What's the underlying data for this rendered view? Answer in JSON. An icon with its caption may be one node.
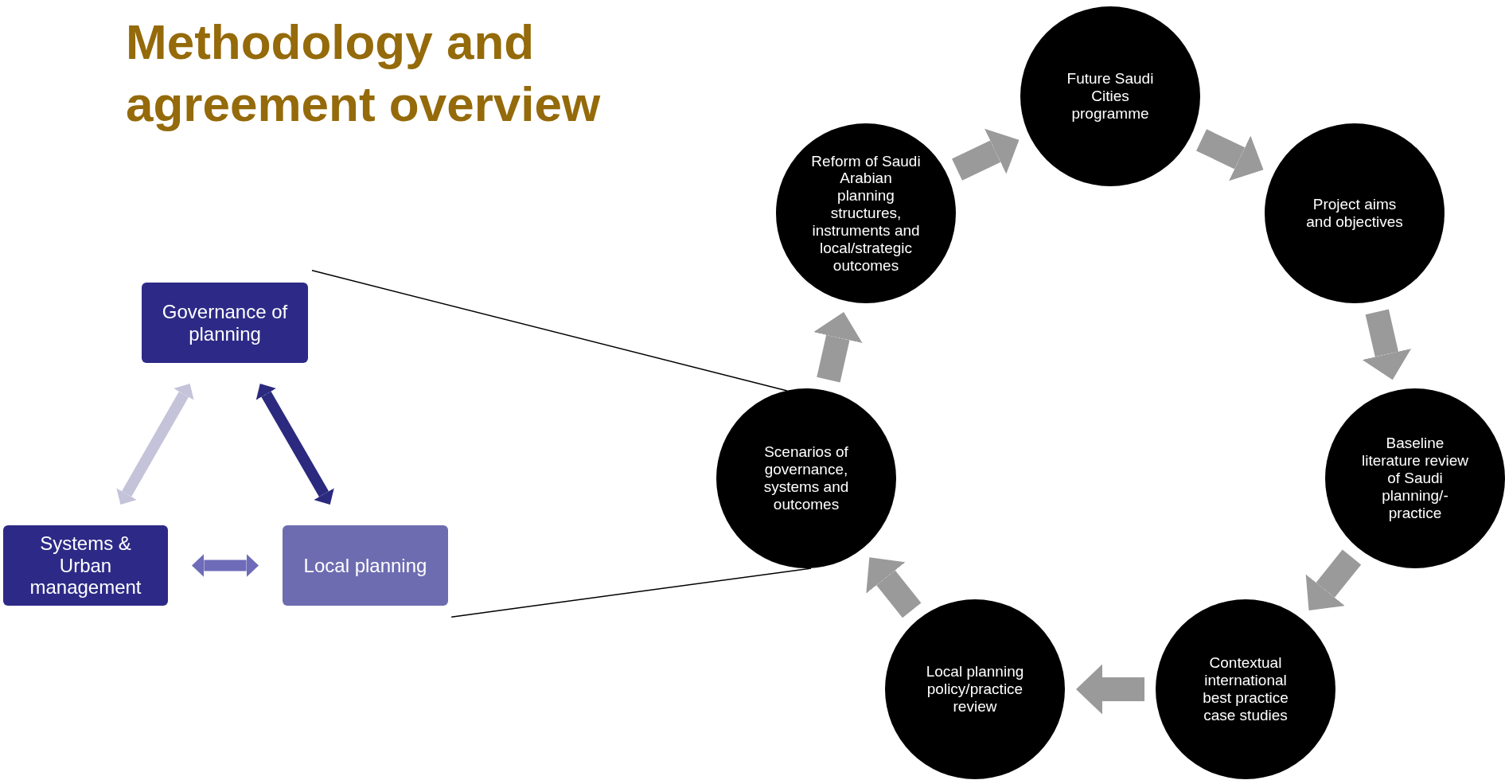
{
  "diagram": {
    "title": "Methodology and agreement overview",
    "nodes": [
      {
        "text": [
          "Governance of planning"
        ]
      },
      {
        "text": [
          "Systems & Urban management"
        ]
      },
      {
        "text": [
          "Local planning"
        ]
      },
      {
        "text": [
          "Future Saudi Cities programme"
        ]
      },
      {
        "text": [
          "Project aims and objectives"
        ]
      },
      {
        "text": [
          "Baseline literature review of Saudi planning/-practice"
        ]
      },
      {
        "text": [
          "Contextual international best practice case studies"
        ]
      },
      {
        "text": [
          "Local planning policy/practice review"
        ]
      },
      {
        "text": [
          "Scenarios of governance, systems and outcomes"
        ]
      },
      {
        "text": [
          "Reform of Saudi Arabian planning structures, instruments and local/strategic outcomes"
        ]
      }
    ],
    "edges": [
      {
        "from": 9,
        "to": 3,
        "arrow": "to"
      },
      {
        "from": 3,
        "to": 4,
        "arrow": "to"
      },
      {
        "from": 4,
        "to": 5,
        "arrow": "to"
      },
      {
        "from": 5,
        "to": 6,
        "arrow": "to"
      },
      {
        "from": 6,
        "to": 7,
        "arrow": "to"
      },
      {
        "from": 7,
        "to": 8,
        "arrow": "to"
      },
      {
        "from": 8,
        "to": 9,
        "arrow": "to"
      },
      {
        "from": 0,
        "to": 2,
        "arrow": "both",
        "color": "#2b2a7f"
      },
      {
        "from": 0,
        "to": 1,
        "arrow": "both",
        "color": "#c4c3da"
      },
      {
        "from": 1,
        "to": 2,
        "arrow": "both",
        "color": "#6e6cb9"
      },
      {
        "from": 0,
        "to": 8,
        "arrow": "none",
        "color": "#000000"
      },
      {
        "from": 2,
        "to": 8,
        "arrow": "none",
        "color": "#000000"
      }
    ]
  }
}
